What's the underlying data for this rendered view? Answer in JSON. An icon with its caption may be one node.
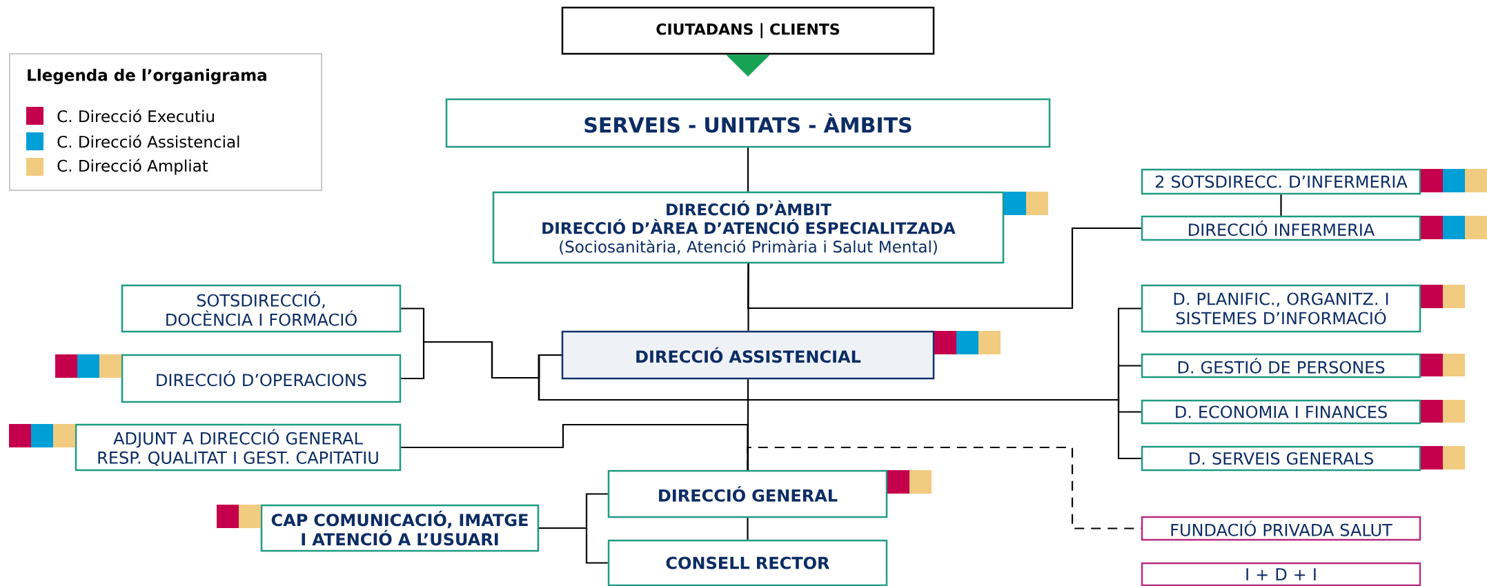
{
  "diagram": {
    "nodes": [
      {
        "text": [
          "CIUTADANS | CLIENTS"
        ]
      },
      {
        "text": [
          "SERVEIS - UNITATS - ÀMBITS"
        ]
      },
      {
        "text": [
          "DIRECCIÓ D’ÀMBIT",
          "DIRECCIÓ D’ÀREA D’ATENCIÓ ESPECIALITZADA",
          "(Sociosanitària, Atenció Primària i Salut Mental)"
        ]
      },
      {
        "text": [
          "2 SOTSDIRECC. D’INFERMERIA"
        ]
      },
      {
        "text": [
          "DIRECCIÓ INFERMERIA"
        ]
      },
      {
        "text": [
          "SOTSDIRECCIÓ, DOCÈNCIA I FORMACIÓ"
        ]
      },
      {
        "text": [
          "D. PLANIFIC., ORGANITZ. I SISTEMES D’INFORMACIÓ"
        ]
      },
      {
        "text": [
          "DIRECCIÓ D’OPERACIONS"
        ]
      },
      {
        "text": [
          "DIRECCIÓ ASSISTENCIAL"
        ]
      },
      {
        "text": [
          "D. GESTIÓ DE PERSONES"
        ]
      },
      {
        "text": [
          "D. ECONOMIA I FINANCES"
        ]
      },
      {
        "text": [
          "ADJUNT A DIRECCIÓ GENERAL",
          "RESP. QUALITAT I GEST. CAPITATIU"
        ]
      },
      {
        "text": [
          "D. SERVEIS GENERALS"
        ]
      },
      {
        "text": [
          "DIRECCIÓ GENERAL"
        ]
      },
      {
        "text": [
          "CAP COMUNICACIÓ, IMATGE I ATENCIÓ A L’USUARI"
        ]
      },
      {
        "text": [
          "FUNDACIÓ PRIVADA SALUT"
        ]
      },
      {
        "text": [
          "CONSELL RECTOR"
        ]
      },
      {
        "text": [
          "I + D + I"
        ]
      }
    ],
    "edges": [
      {
        "from": 0,
        "to": 1,
        "arrow": "to",
        "color": "#17a354"
      },
      {
        "from": 1,
        "to": 2,
        "arrow": "none"
      },
      {
        "from": 2,
        "to": 8,
        "arrow": "none"
      },
      {
        "from": 2,
        "to": 4,
        "arrow": "none"
      },
      {
        "from": 4,
        "to": 3,
        "arrow": "none"
      },
      {
        "from": 8,
        "to": 5,
        "arrow": "none"
      },
      {
        "from": 8,
        "to": 7,
        "arrow": "none"
      },
      {
        "from": 8,
        "to": 6,
        "arrow": "none"
      },
      {
        "from": 8,
        "to": 9,
        "arrow": "none"
      },
      {
        "from": 8,
        "to": 10,
        "arrow": "none"
      },
      {
        "from": 8,
        "to": 12,
        "arrow": "none"
      },
      {
        "from": 8,
        "to": 13,
        "arrow": "none"
      },
      {
        "from": 13,
        "to": 11,
        "arrow": "none"
      },
      {
        "from": 13,
        "to": 15,
        "arrow": "none",
        "style": "dashed"
      },
      {
        "from": 13,
        "to": 16,
        "arrow": "none"
      },
      {
        "from": 14,
        "to": 13,
        "arrow": "none"
      },
      {
        "from": 14,
        "to": 16,
        "arrow": "none"
      }
    ],
    "labels": [
      "Llegenda de l’organigrama"
    ],
    "legend": [
      {
        "text": "C. Direcció Executiu",
        "color": "#c4004c"
      },
      {
        "text": "C. Direcció Assistencial",
        "color": "#009fd6"
      },
      {
        "text": "C. Direcció Ampliat",
        "color": "#f1cb7f"
      }
    ]
  }
}
